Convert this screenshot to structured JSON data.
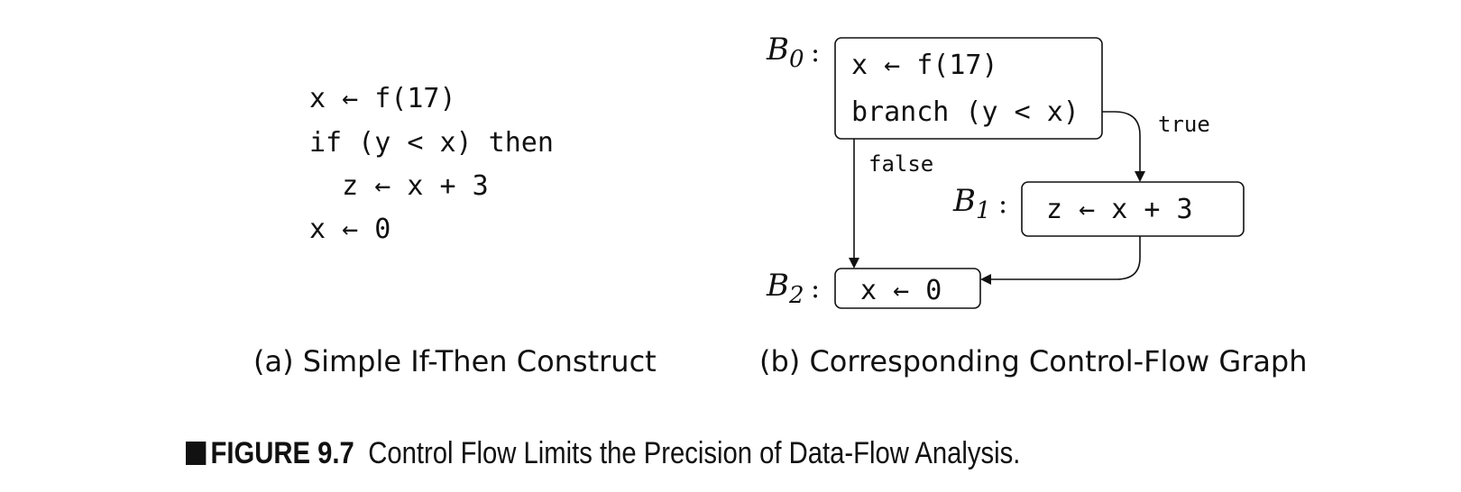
{
  "code": {
    "lines": [
      "x ← f(17)",
      "if (y < x) then",
      "  z ← x + 3",
      "x ← 0"
    ]
  },
  "cfg": {
    "blocks": [
      {
        "id": "B0",
        "letter": "B",
        "sub": "0",
        "colon": ":",
        "lines": [
          "x ← f(17)",
          "branch (y < x)"
        ]
      },
      {
        "id": "B1",
        "letter": "B",
        "sub": "1",
        "colon": ":",
        "lines": [
          "z ← x + 3"
        ]
      },
      {
        "id": "B2",
        "letter": "B",
        "sub": "2",
        "colon": ":",
        "lines": [
          "x ← 0"
        ]
      }
    ],
    "edges": [
      {
        "from": "B0",
        "to": "B1",
        "label": "true"
      },
      {
        "from": "B0",
        "to": "B2",
        "label": "false"
      },
      {
        "from": "B1",
        "to": "B2",
        "label": ""
      }
    ]
  },
  "captions": {
    "a": "(a) Simple If-Then Construct",
    "b": "(b) Corresponding Control-Flow Graph"
  },
  "figure": {
    "number": "FIGURE 9.7",
    "title": "Control Flow Limits the Precision of Data-Flow Analysis."
  },
  "colors": {
    "ink": "#111111",
    "background": "#ffffff"
  }
}
